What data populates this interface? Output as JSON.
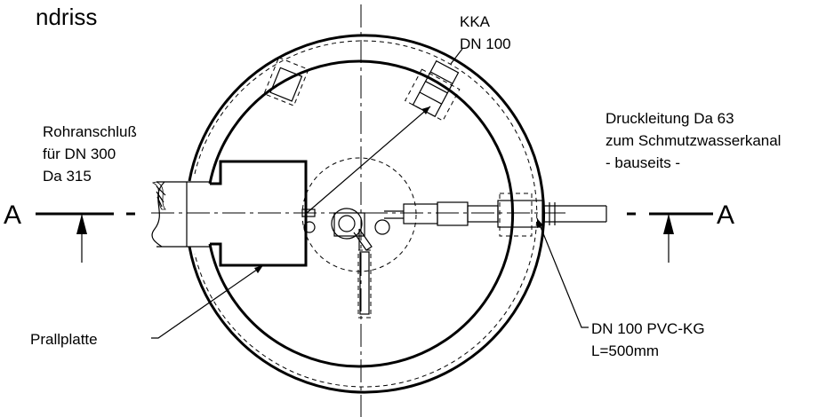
{
  "title": "ndriss",
  "labels": {
    "kka_line1": "KKA",
    "kka_line2": "DN 100",
    "pipe_line1": "Rohranschluß",
    "pipe_line2": "für DN 300",
    "pipe_line3": "Da 315",
    "pressure_line1": "Druckleitung Da 63",
    "pressure_line2": "zum Schmutzwasserkanal",
    "pressure_line3": "- bauseits -",
    "baffle": "Prallplatte",
    "dn100_line1": "DN 100 PVC-KG",
    "dn100_line2": "L=500mm"
  },
  "section": {
    "left": "A",
    "right": "A"
  }
}
